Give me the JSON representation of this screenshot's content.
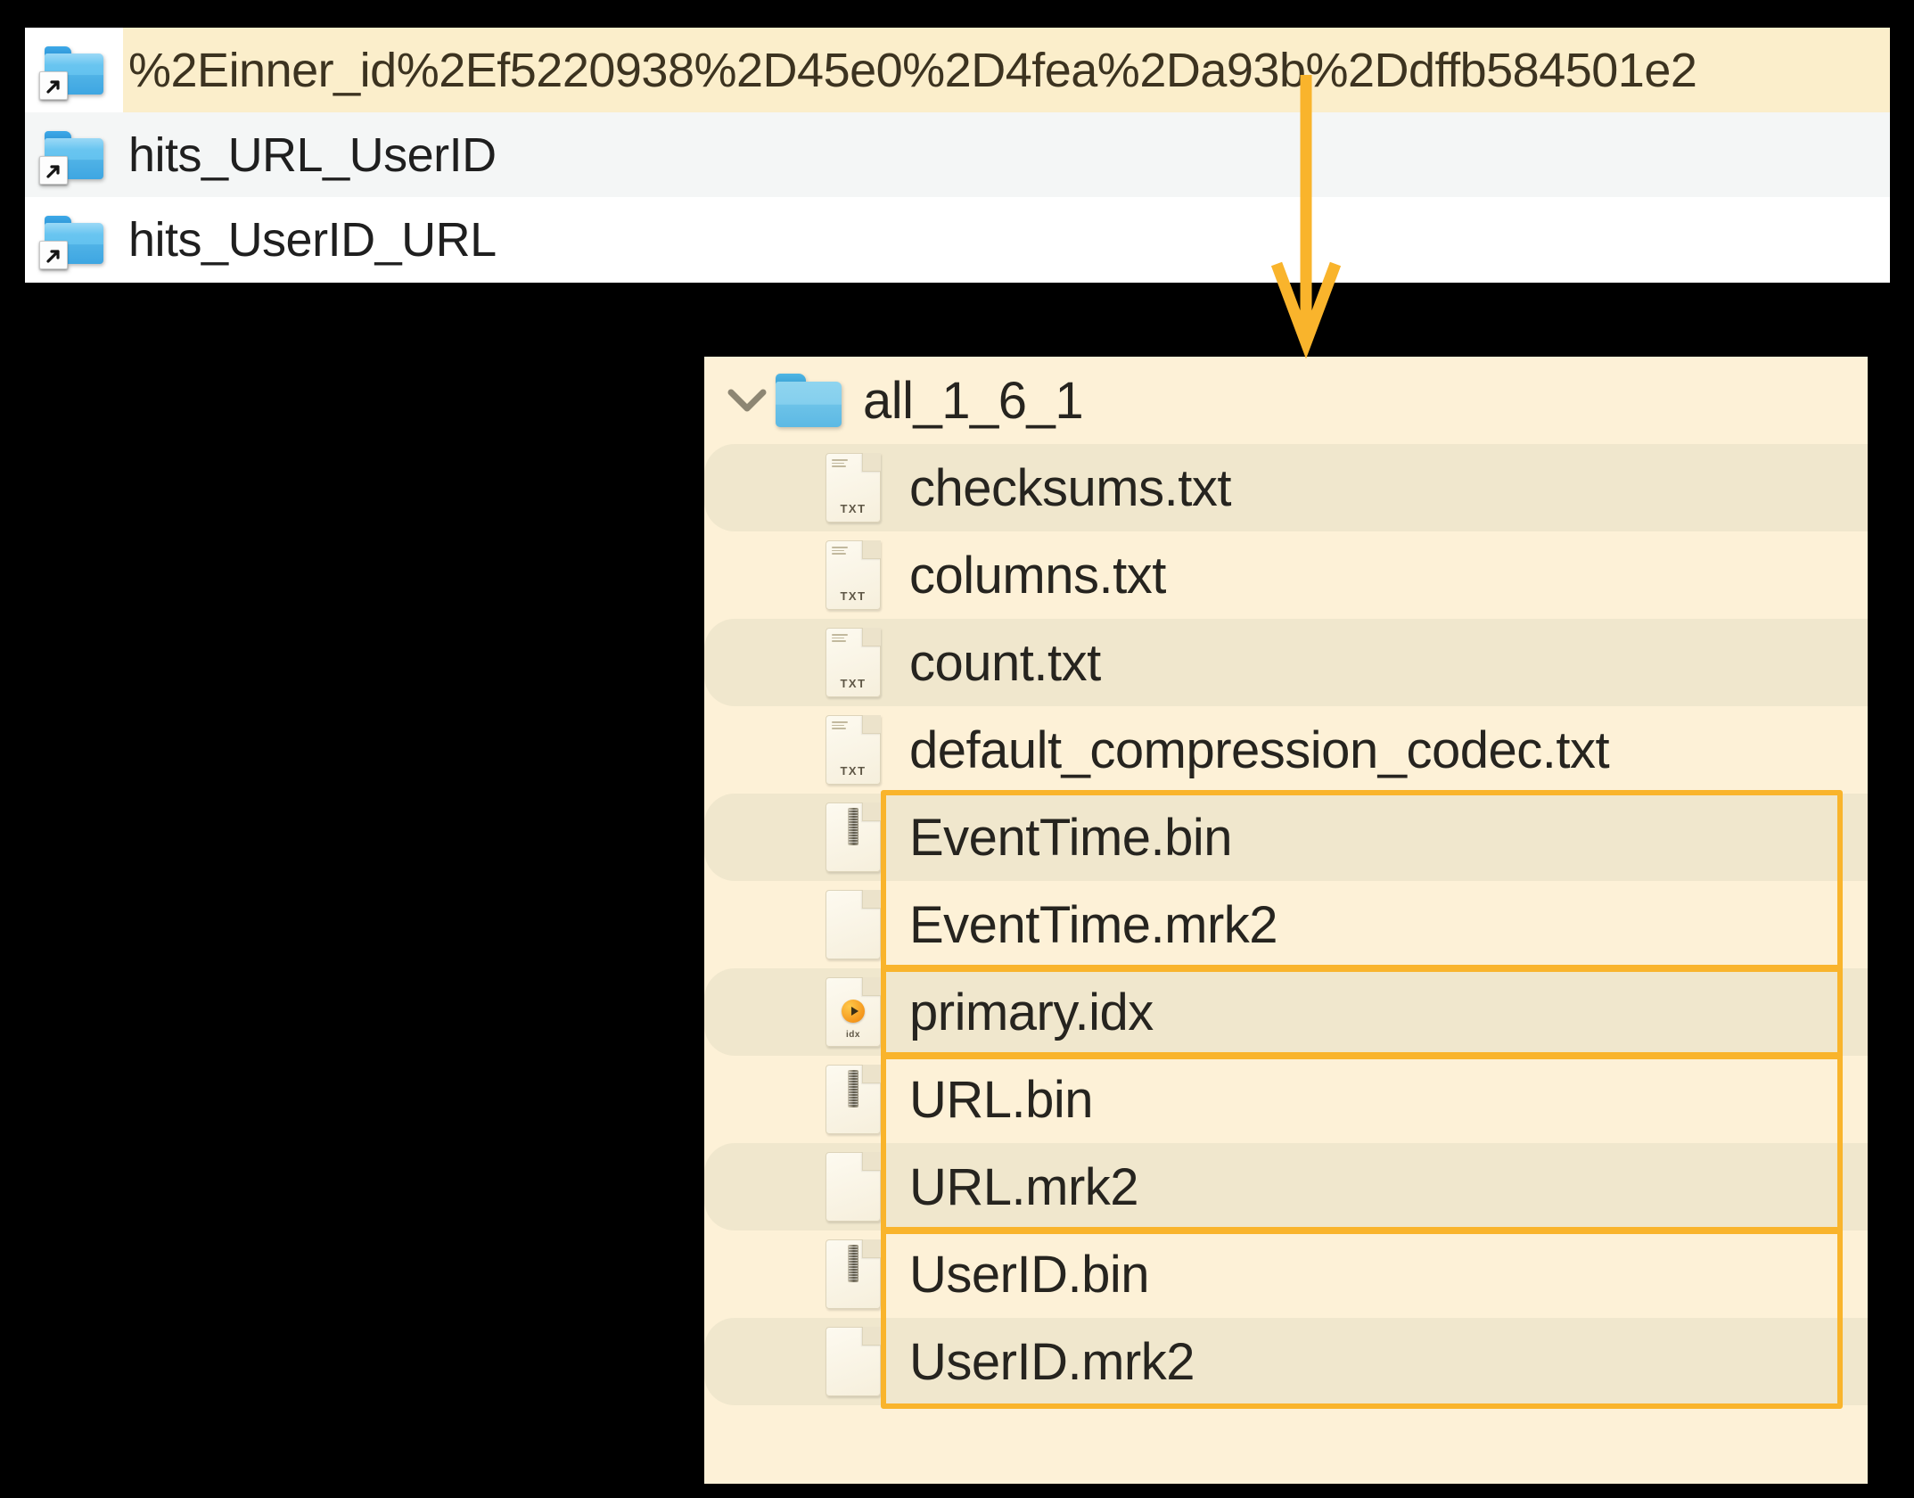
{
  "colors": {
    "accent_orange": "#f9b42c",
    "panel_bg": "#fdf1d7",
    "row_stripe": "#f0e7cd",
    "top_highlight": "#fbeecb",
    "top_stripe": "#f4f6f6",
    "folder_blue": "#63c2ef",
    "text": "#26241f"
  },
  "top_panel": {
    "rows": [
      {
        "label": "%2Einner_id%2Ef5220938%2D45e0%2D4fea%2Da93b%2Ddffb584501e2",
        "icon": "folder-shortcut-icon",
        "highlighted": true,
        "striped": false
      },
      {
        "label": "hits_URL_UserID",
        "icon": "folder-shortcut-icon",
        "highlighted": false,
        "striped": true
      },
      {
        "label": "hits_UserID_URL",
        "icon": "folder-shortcut-icon",
        "highlighted": false,
        "striped": false
      }
    ]
  },
  "arrow": {
    "icon": "down-arrow-connector",
    "color": "#f9b42c"
  },
  "main_panel": {
    "folder": {
      "name": "all_1_6_1",
      "expand_icon": "chevron-down-icon",
      "folder_icon": "folder-icon",
      "expanded": true
    },
    "files": [
      {
        "name": "checksums.txt",
        "icon": "txt-file-icon",
        "icon_tag": "TXT",
        "striped": true,
        "boxed": false
      },
      {
        "name": "columns.txt",
        "icon": "txt-file-icon",
        "icon_tag": "TXT",
        "striped": false,
        "boxed": false
      },
      {
        "name": "count.txt",
        "icon": "txt-file-icon",
        "icon_tag": "TXT",
        "striped": true,
        "boxed": false
      },
      {
        "name": "default_compression_codec.txt",
        "icon": "txt-file-icon",
        "icon_tag": "TXT",
        "striped": false,
        "boxed": false
      },
      {
        "name": "EventTime.bin",
        "icon": "binary-file-icon",
        "icon_tag": "",
        "striped": true,
        "boxed": true
      },
      {
        "name": "EventTime.mrk2",
        "icon": "blank-file-icon",
        "icon_tag": "",
        "striped": false,
        "boxed": true
      },
      {
        "name": "primary.idx",
        "icon": "index-file-icon",
        "icon_tag": "idx",
        "striped": true,
        "boxed": true
      },
      {
        "name": "URL.bin",
        "icon": "binary-file-icon",
        "icon_tag": "",
        "striped": false,
        "boxed": true
      },
      {
        "name": "URL.mrk2",
        "icon": "blank-file-icon",
        "icon_tag": "",
        "striped": true,
        "boxed": true
      },
      {
        "name": "UserID.bin",
        "icon": "binary-file-icon",
        "icon_tag": "",
        "striped": false,
        "boxed": true
      },
      {
        "name": "UserID.mrk2",
        "icon": "blank-file-icon",
        "icon_tag": "",
        "striped": true,
        "boxed": true
      }
    ],
    "highlight_groups": [
      {
        "label": "EventTime-group",
        "from": 4,
        "to": 5
      },
      {
        "label": "primary-idx-group",
        "from": 6,
        "to": 6
      },
      {
        "label": "URL-group",
        "from": 7,
        "to": 8
      },
      {
        "label": "UserID-group",
        "from": 9,
        "to": 10
      }
    ]
  }
}
